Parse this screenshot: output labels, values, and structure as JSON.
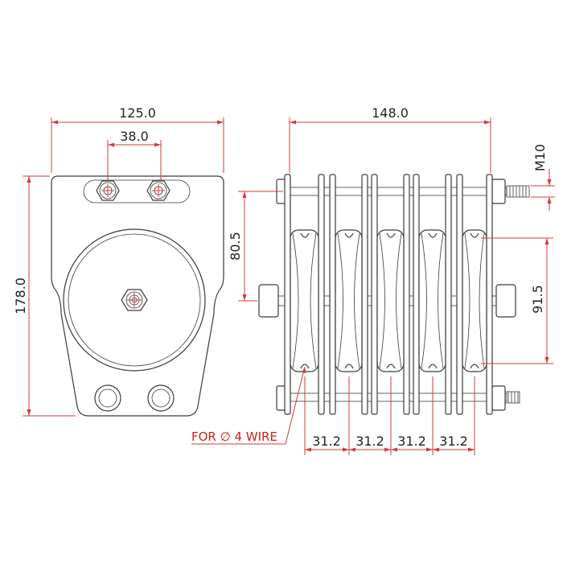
{
  "drawing": {
    "front_view": {
      "width_label": "125.0",
      "bolt_spacing_label": "38.0",
      "height_label": "178.0"
    },
    "side_view": {
      "length_label": "148.0",
      "thread_label": "M10",
      "pulley_offset_label": "80.5",
      "groove_span_label": "91.5",
      "pitch_labels": [
        "31.2",
        "31.2",
        "31.2",
        "31.2"
      ],
      "wire_note": "FOR ∅ 4 WIRE"
    },
    "colors": {
      "outline": "#3a3a3a",
      "dimension": "#d43a3a",
      "background": "#ffffff"
    }
  }
}
